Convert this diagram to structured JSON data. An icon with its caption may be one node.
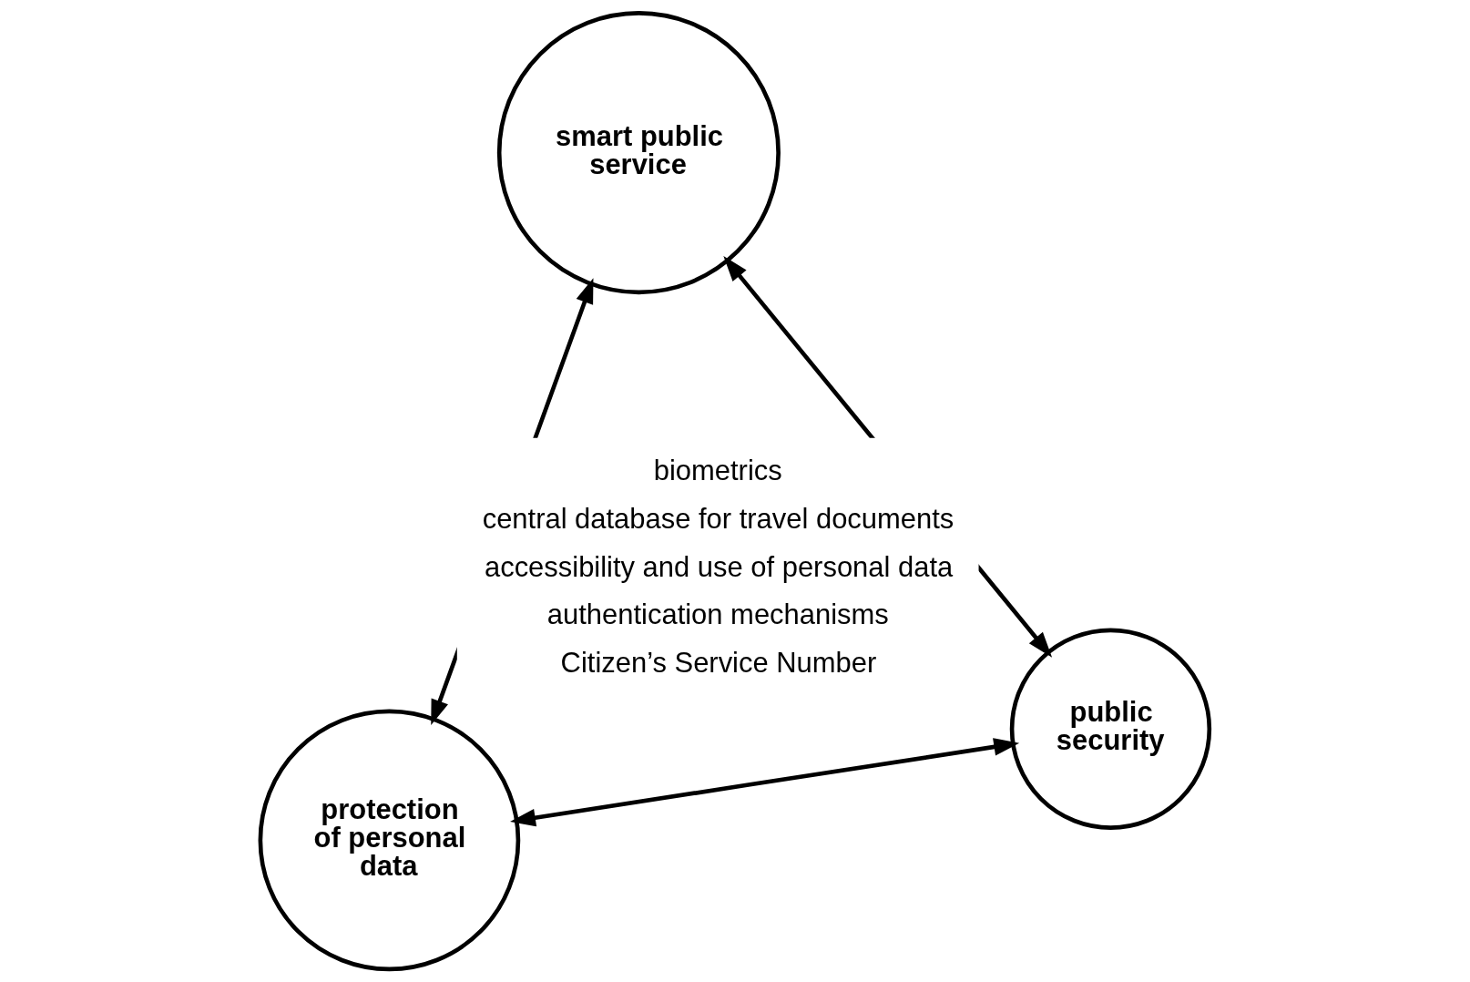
{
  "diagram": {
    "nodes": [
      {
        "text": [
          "public security"
        ]
      },
      {
        "text": [
          "smart public service"
        ]
      },
      {
        "text": [
          "protection of personal data"
        ]
      }
    ],
    "edges": [
      {
        "from": 0,
        "to": 1,
        "arrow": "both"
      },
      {
        "from": 0,
        "to": 2,
        "arrow": "both"
      },
      {
        "from": 1,
        "to": 2,
        "arrow": "both"
      }
    ],
    "labels": [
      "biometrics",
      "central database for travel documents",
      "accessibility and use of personal data",
      "authentication mechanisms",
      "Citizen’s Service Number"
    ]
  }
}
